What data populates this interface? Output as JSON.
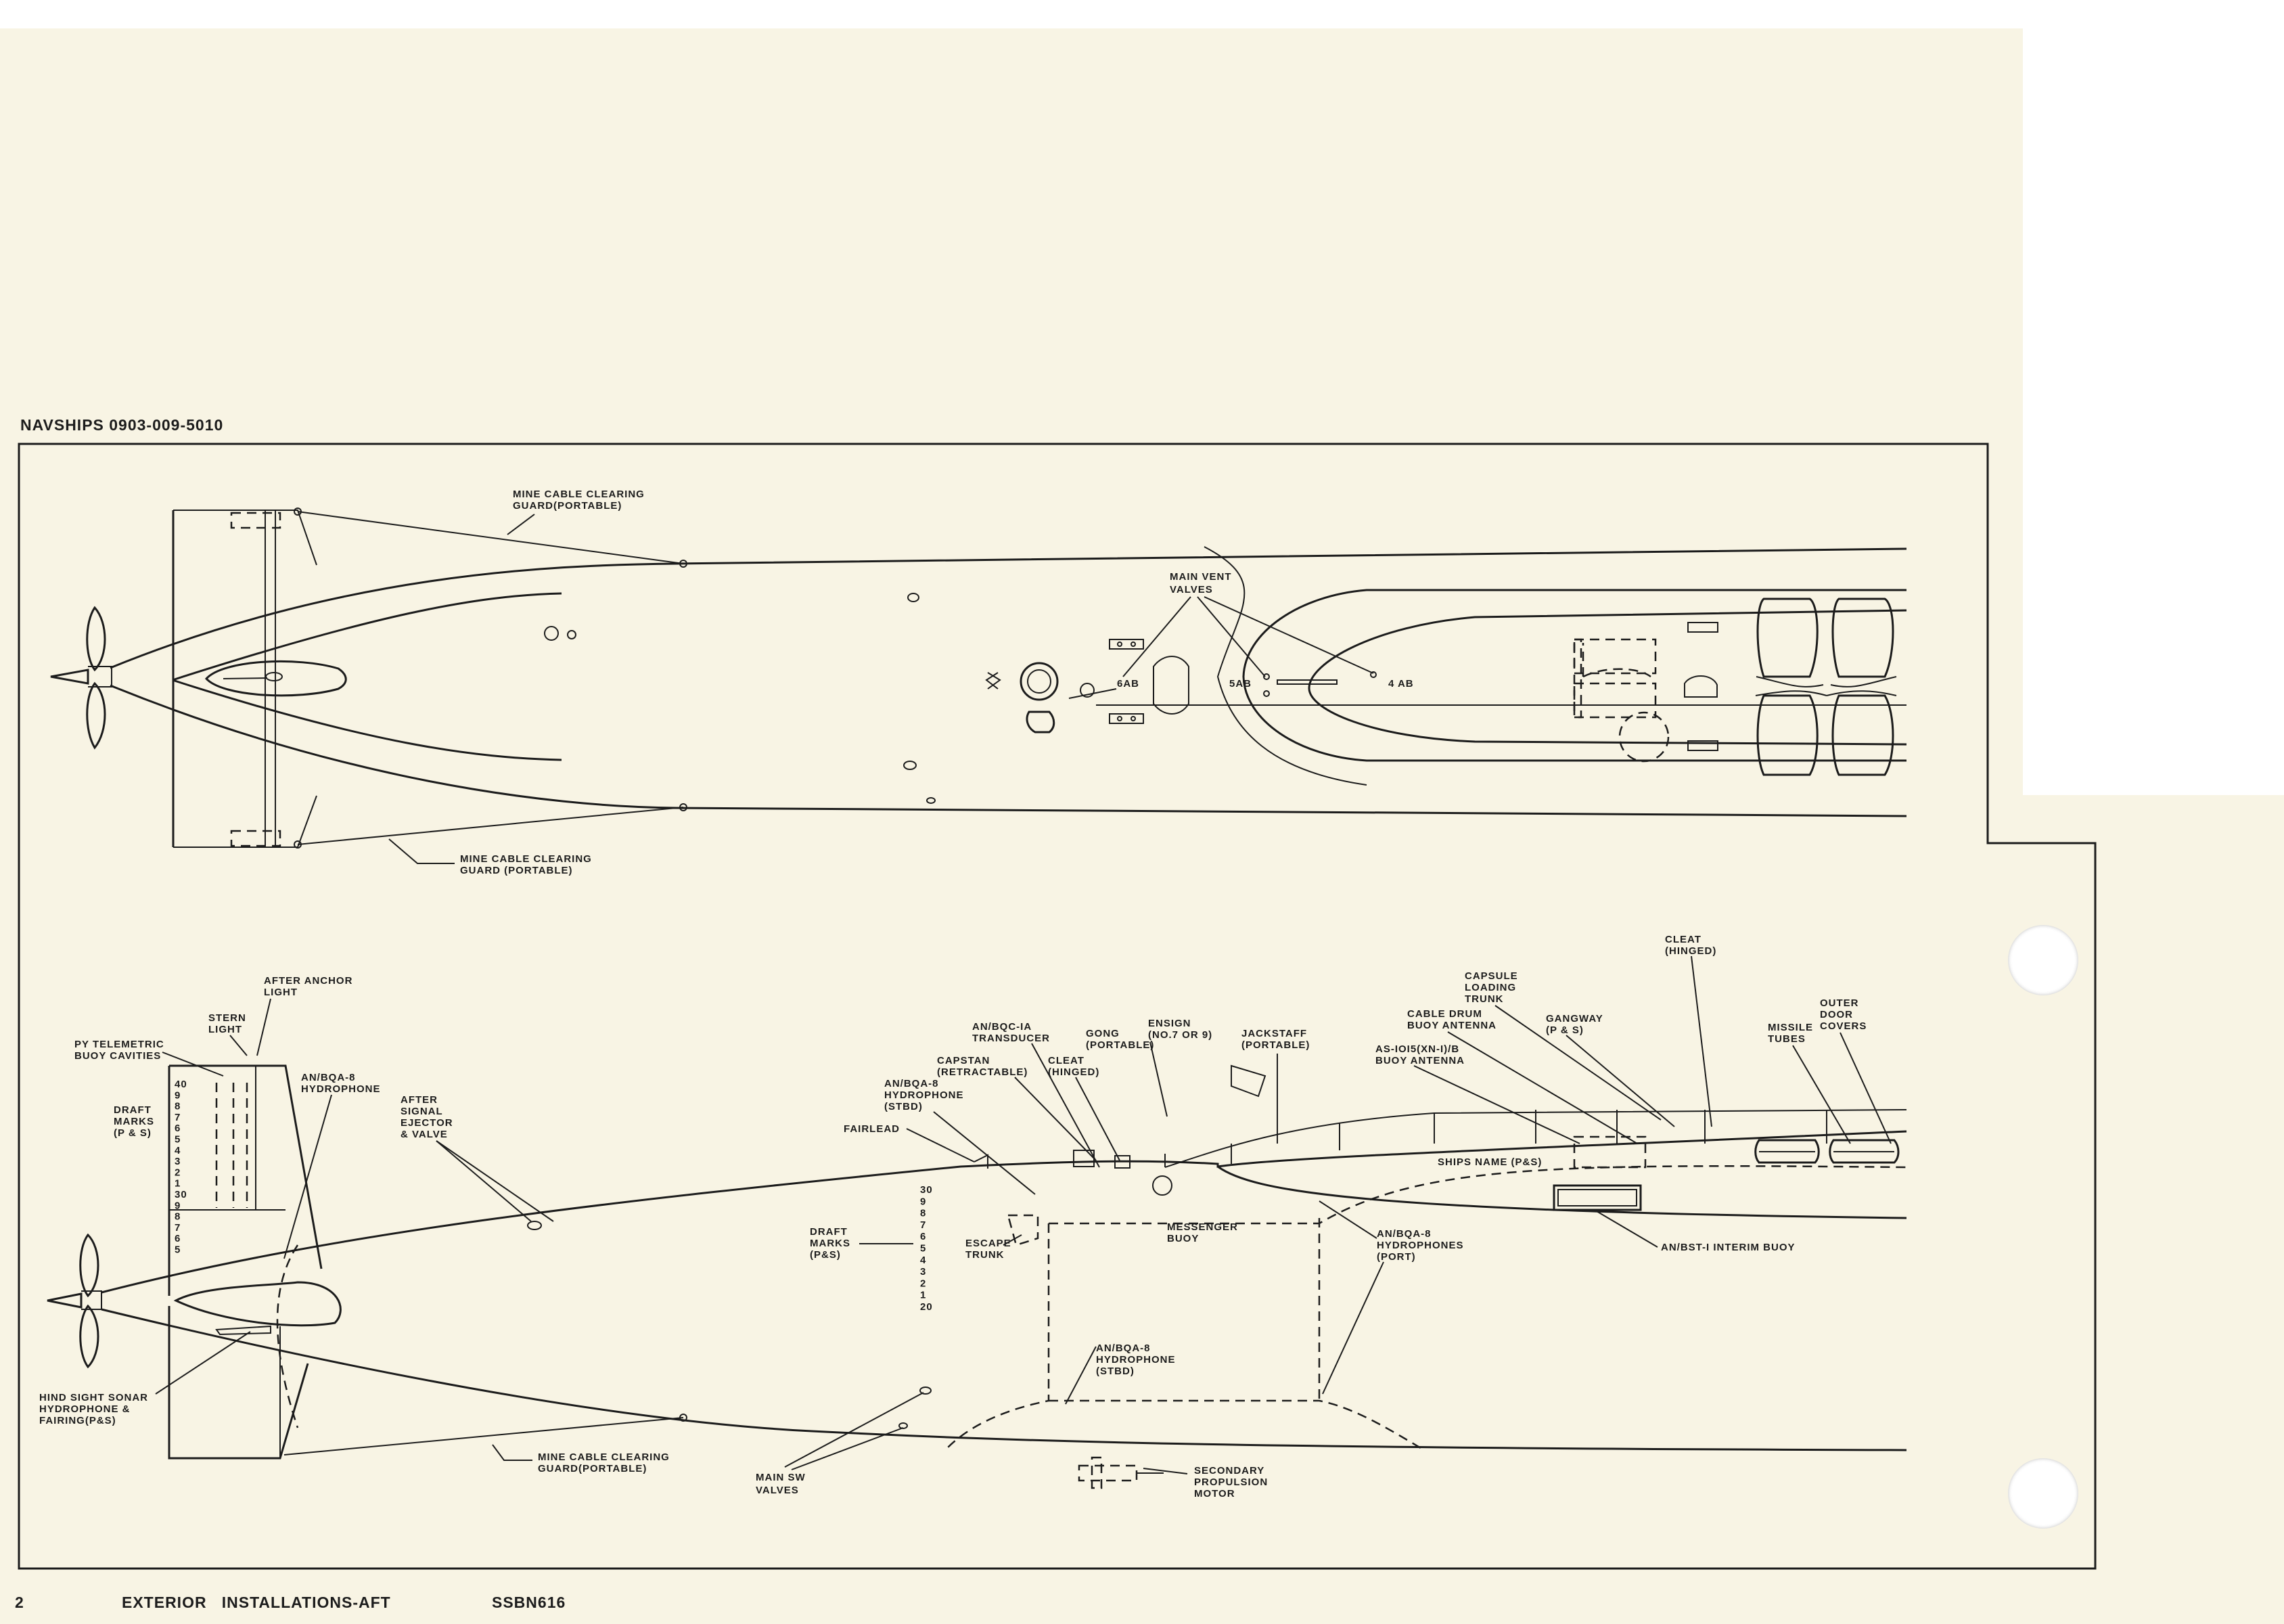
{
  "document": {
    "doc_number": "NAVSHIPS 0903-009-5010",
    "page_number": "2",
    "title": "EXTERIOR   INSTALLATIONS-AFT",
    "hull": "SSBN616"
  },
  "top_view": {
    "mine_guard_upper": [
      "MINE CABLE CLEARING",
      "GUARD(PORTABLE)"
    ],
    "mine_guard_lower": [
      "MINE CABLE CLEARING",
      "GUARD (PORTABLE)"
    ],
    "main_vent_valves": [
      "MAIN VENT",
      "VALVES"
    ],
    "tag_6ab": "6AB",
    "tag_5ab": "5AB",
    "tag_4ab": "4 AB"
  },
  "side_view": {
    "after_anchor_light": [
      "AFTER ANCHOR",
      "LIGHT"
    ],
    "stern_light": [
      "STERN",
      "LIGHT"
    ],
    "py_telemetric": [
      "PY TELEMETRIC",
      "BUOY CAVITIES"
    ],
    "bqa8_hydrophone_aft": [
      "AN/BQA-8",
      "HYDROPHONE"
    ],
    "draft_marks_aft": [
      "DRAFT",
      "MARKS",
      "(P & S)"
    ],
    "draft_scale_aft": [
      "40",
      "9",
      "8",
      "7",
      "6",
      "5",
      "4",
      "3",
      "2",
      "1",
      "30",
      "9",
      "8",
      "7",
      "6",
      "5"
    ],
    "after_signal_ejector": [
      "AFTER",
      "SIGNAL",
      "EJECTOR",
      "& VALVE"
    ],
    "hind_sight_sonar": [
      "HIND SIGHT SONAR",
      "HYDROPHONE &",
      "FAIRING(P&S)"
    ],
    "mine_guard": [
      "MINE CABLE CLEARING",
      "GUARD(PORTABLE)"
    ],
    "main_sw_valves": [
      "MAIN SW",
      "VALVES"
    ],
    "fairlead": "FAIRLEAD",
    "bqa8_stbd_upper": [
      "AN/BQA-8",
      "HYDROPHONE",
      "(STBD)"
    ],
    "capstan": [
      "CAPSTAN",
      "(RETRACTABLE)"
    ],
    "bqc1a": [
      "AN/BQC-IA",
      "TRANSDUCER"
    ],
    "cleat_hinged_mid": [
      "CLEAT",
      "(HINGED)"
    ],
    "gong": [
      "GONG",
      "(PORTABLE)"
    ],
    "ensign": [
      "ENSIGN",
      "(NO.7 OR 9)"
    ],
    "jackstaff": [
      "JACKSTAFF",
      "(PORTABLE)"
    ],
    "draft_marks_mid": [
      "DRAFT",
      "MARKS",
      "(P&S)"
    ],
    "draft_scale_mid": [
      "30",
      "9",
      "8",
      "7",
      "6",
      "5",
      "4",
      "3",
      "2",
      "1",
      "20"
    ],
    "escape_trunk": [
      "ESCAPE",
      "TRUNK"
    ],
    "messenger_buoy": [
      "MESSENGER",
      "BUOY"
    ],
    "bqa8_stbd_lower": [
      "AN/BQA-8",
      "HYDROPHONE",
      "(STBD)"
    ],
    "secondary_propulsion": [
      "SECONDARY",
      "PROPULSION",
      "MOTOR"
    ],
    "bqa8_port": [
      "AN/BQA-8",
      "HYDROPHONES",
      "(PORT)"
    ],
    "ships_name": "SHIPS NAME (P&S)",
    "bst1": "AN/BST-I INTERIM BUOY",
    "as1015": [
      "AS-IOI5(XN-I)/B",
      "BUOY ANTENNA"
    ],
    "cable_drum": [
      "CABLE DRUM",
      "BUOY ANTENNA"
    ],
    "capsule_loading": [
      "CAPSULE",
      "LOADING",
      "TRUNK"
    ],
    "gangway": [
      "GANGWAY",
      "(P & S)"
    ],
    "cleat_hinged_fwd": [
      "CLEAT",
      "(HINGED)"
    ],
    "missile_tubes": [
      "MISSILE",
      "TUBES"
    ],
    "outer_door_covers": [
      "OUTER",
      "DOOR",
      "COVERS"
    ]
  }
}
